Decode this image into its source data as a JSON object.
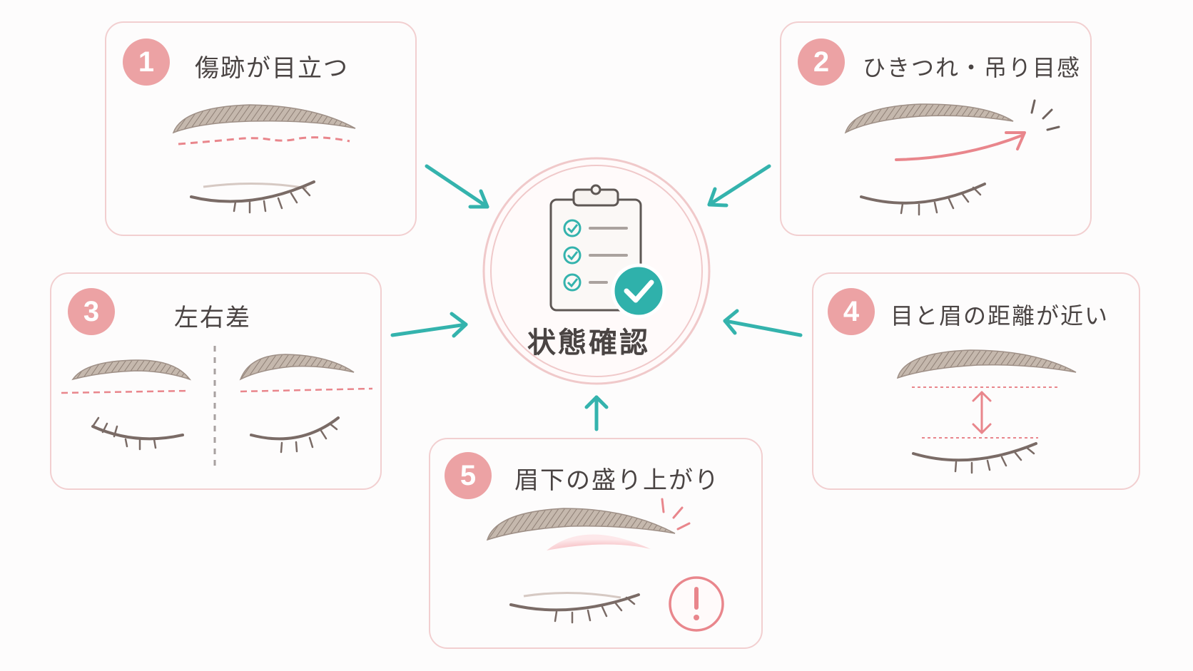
{
  "center": {
    "label": "状態確認",
    "icon": "clipboard-checklist-icon"
  },
  "cards": [
    {
      "number": "1",
      "title": "傷跡が目立つ"
    },
    {
      "number": "2",
      "title": "ひきつれ・吊り目感"
    },
    {
      "number": "3",
      "title": "左右差"
    },
    {
      "number": "4",
      "title": "目と眉の距離が近い"
    },
    {
      "number": "5",
      "title": "眉下の盛り上がり"
    }
  ],
  "colors": {
    "card_border": "#f2cfd0",
    "badge": "#eca2a4",
    "arrow": "#34b3ad",
    "accent_pink": "#e9868c",
    "brow": "#b3a49a",
    "lash": "#7a6b66"
  }
}
